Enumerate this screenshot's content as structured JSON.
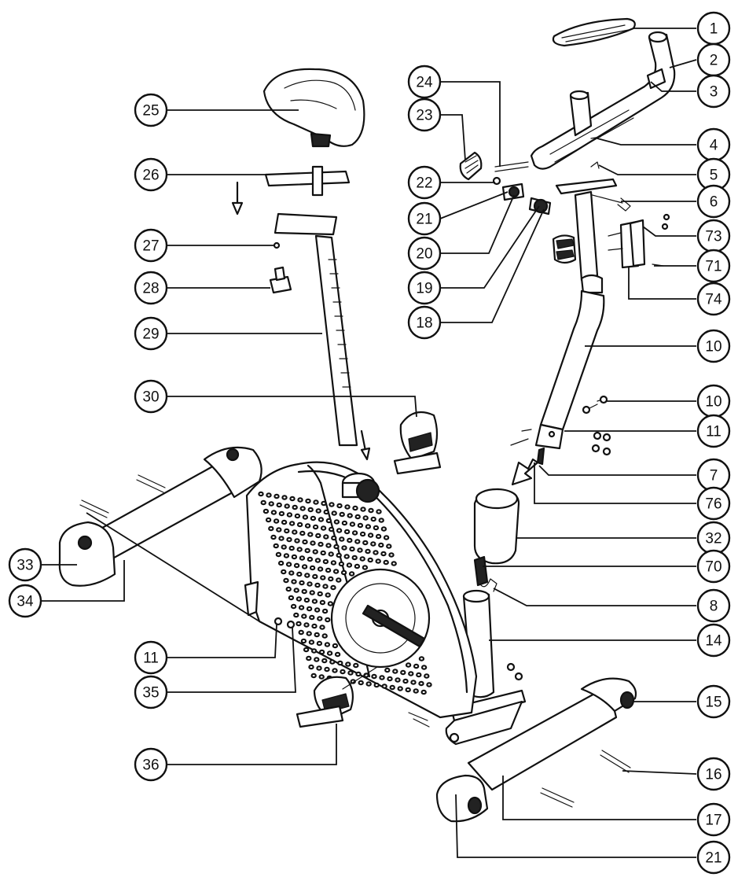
{
  "callouts": [
    {
      "id": "1",
      "label": "1"
    },
    {
      "id": "2",
      "label": "2"
    },
    {
      "id": "3",
      "label": "3"
    },
    {
      "id": "4",
      "label": "4"
    },
    {
      "id": "5",
      "label": "5"
    },
    {
      "id": "6",
      "label": "6"
    },
    {
      "id": "73",
      "label": "73"
    },
    {
      "id": "71",
      "label": "71"
    },
    {
      "id": "74",
      "label": "74"
    },
    {
      "id": "10a",
      "label": "10"
    },
    {
      "id": "10b",
      "label": "10"
    },
    {
      "id": "11a",
      "label": "11"
    },
    {
      "id": "7",
      "label": "7"
    },
    {
      "id": "76",
      "label": "76"
    },
    {
      "id": "32",
      "label": "32"
    },
    {
      "id": "70",
      "label": "70"
    },
    {
      "id": "8",
      "label": "8"
    },
    {
      "id": "14",
      "label": "14"
    },
    {
      "id": "15",
      "label": "15"
    },
    {
      "id": "16",
      "label": "16"
    },
    {
      "id": "17",
      "label": "17"
    },
    {
      "id": "21b",
      "label": "21"
    },
    {
      "id": "24",
      "label": "24"
    },
    {
      "id": "23",
      "label": "23"
    },
    {
      "id": "22",
      "label": "22"
    },
    {
      "id": "21a",
      "label": "21"
    },
    {
      "id": "20",
      "label": "20"
    },
    {
      "id": "19",
      "label": "19"
    },
    {
      "id": "18",
      "label": "18"
    },
    {
      "id": "25",
      "label": "25"
    },
    {
      "id": "26",
      "label": "26"
    },
    {
      "id": "27",
      "label": "27"
    },
    {
      "id": "28",
      "label": "28"
    },
    {
      "id": "29",
      "label": "29"
    },
    {
      "id": "30",
      "label": "30"
    },
    {
      "id": "33",
      "label": "33"
    },
    {
      "id": "34",
      "label": "34"
    },
    {
      "id": "11b",
      "label": "11"
    },
    {
      "id": "35",
      "label": "35"
    },
    {
      "id": "36",
      "label": "36"
    }
  ]
}
